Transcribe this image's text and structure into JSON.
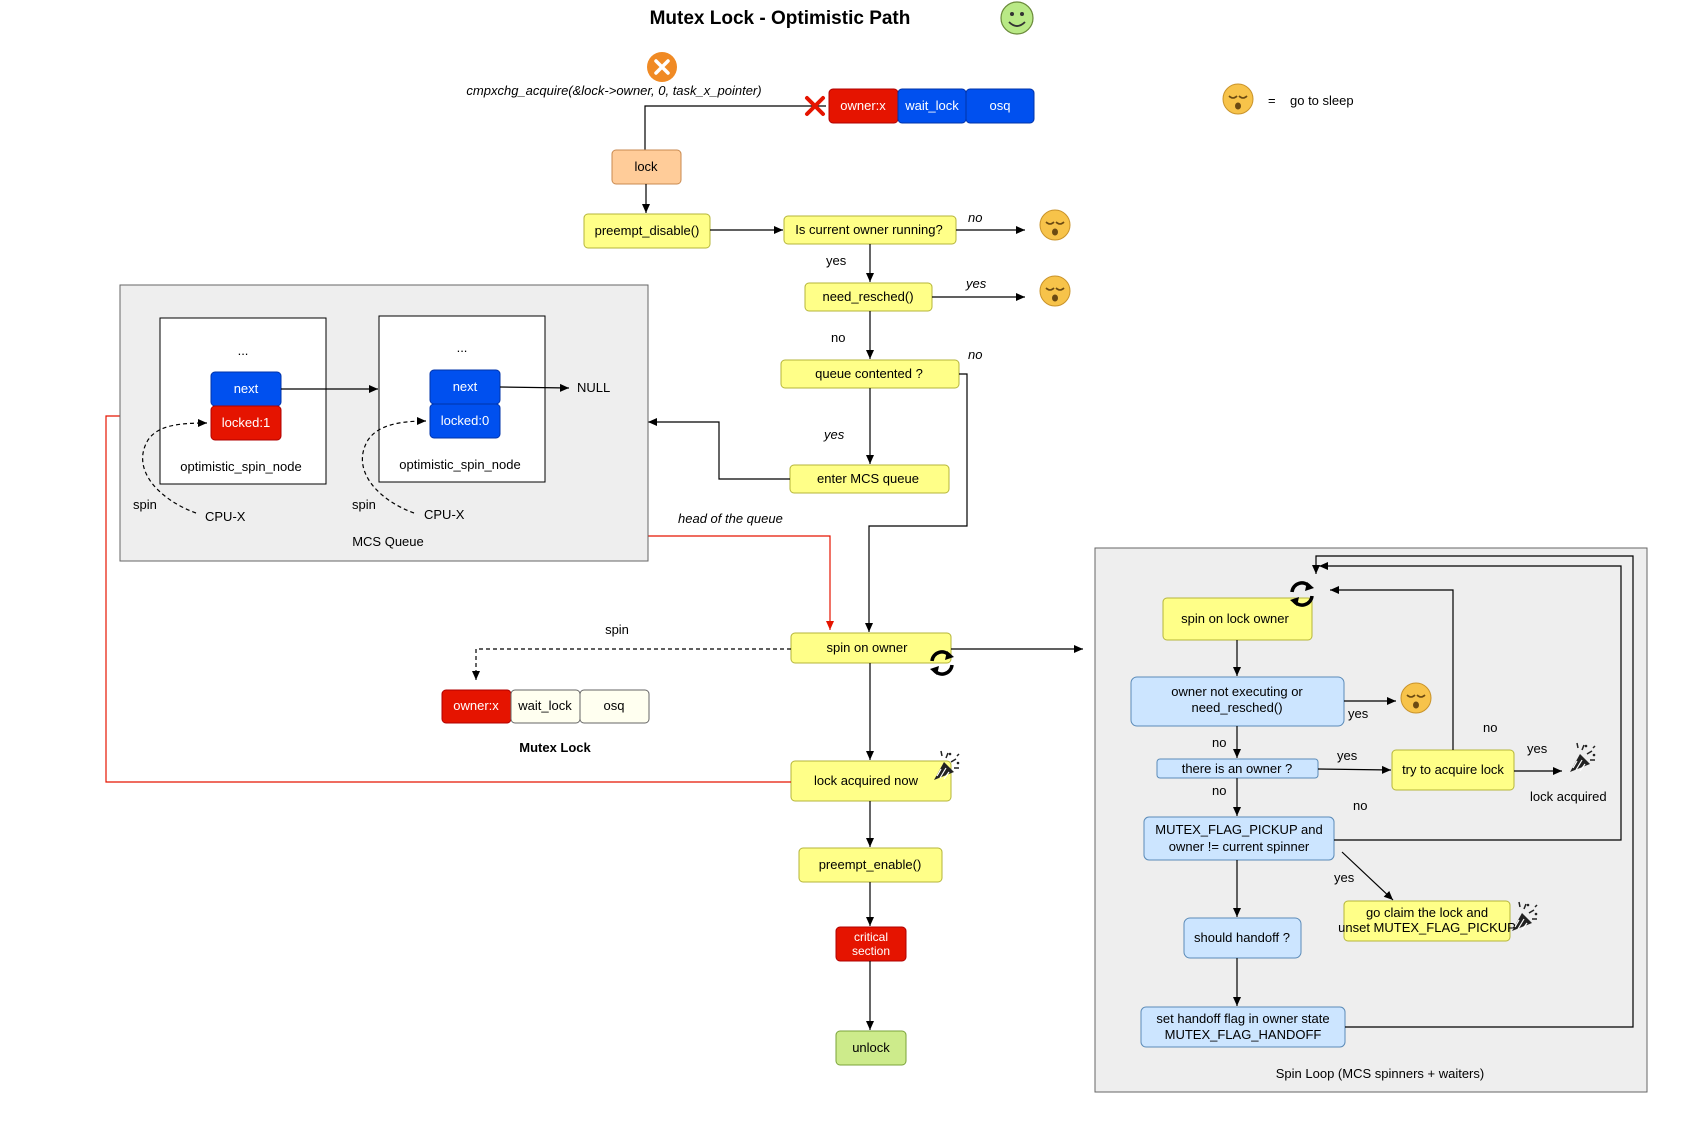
{
  "title": "Mutex Lock - Optimistic Path",
  "legend": {
    "equals": "=",
    "text": "go to sleep"
  },
  "lock_state_top": {
    "cmpxchg": "cmpxchg_acquire(&lock->owner, 0, task_x_pointer)",
    "owner": "owner:x",
    "wait_lock": "wait_lock",
    "osq": "osq"
  },
  "flow": {
    "lock": "lock",
    "preempt_disable": "preempt_disable()",
    "owner_running": "Is current owner running?",
    "need_resched": "need_resched()",
    "queue_contented": "queue contented ?",
    "enter_mcs": "enter MCS queue",
    "spin_on_owner": "spin on owner",
    "lock_acquired_now": "lock acquired now",
    "preempt_enable": "preempt_enable()",
    "critical_section": [
      "critical",
      "section"
    ],
    "unlock": "unlock",
    "lbl_no_1": "no",
    "lbl_yes_1": "yes",
    "lbl_yes_2": "yes",
    "lbl_no_2": "no",
    "lbl_no_3": "no",
    "lbl_yes_3": "yes",
    "head_of_queue": "head of the queue",
    "spin": "spin"
  },
  "mcs": {
    "title": "MCS Queue",
    "node1": {
      "dots": "...",
      "next": "next",
      "locked": "locked:1",
      "label": "optimistic_spin_node",
      "spin": "spin",
      "cpu": "CPU-X"
    },
    "node2": {
      "dots": "...",
      "next": "next",
      "locked": "locked:0",
      "label": "optimistic_spin_node",
      "spin": "spin",
      "cpu": "CPU-X"
    },
    "null": "NULL"
  },
  "mutex_bottom": {
    "owner": "owner:x",
    "wait_lock": "wait_lock",
    "osq": "osq",
    "title": "Mutex Lock"
  },
  "spin_loop": {
    "title": "Spin Loop (MCS spinners + waiters)",
    "spin_on_lock_owner": "spin on lock owner",
    "owner_not_exec": [
      "owner not executing or",
      "need_resched()"
    ],
    "there_is_owner": "there is an owner ?",
    "try_acquire": "try to acquire lock",
    "flag_pickup": [
      "MUTEX_FLAG_PICKUP and",
      "owner != current spinner"
    ],
    "go_claim": [
      "go claim the lock and",
      "unset MUTEX_FLAG_PICKUP"
    ],
    "should_handoff": "should handoff  ?",
    "set_handoff": [
      "set handoff flag in owner state",
      "MUTEX_FLAG_HANDOFF"
    ],
    "lock_acquired": "lock acquired",
    "lbl_yes_a": "yes",
    "lbl_no_a": "no",
    "lbl_yes_b": "yes",
    "lbl_no_b": "no",
    "lbl_yes_c": "yes",
    "lbl_no_c": "no",
    "lbl_no_d": "no",
    "lbl_yes_d": "yes"
  },
  "colors": {
    "yellow": "#ffff88",
    "orange": "#ffcc99",
    "red": "#e51400",
    "blue": "#0050ef",
    "light_blue": "#cce5ff",
    "green": "#cdeb8b",
    "gray_panel": "#eeeeee",
    "sleep_face": "#f7c34a",
    "smile_face": "#b9e986",
    "fail_badge": "#f08a24"
  }
}
